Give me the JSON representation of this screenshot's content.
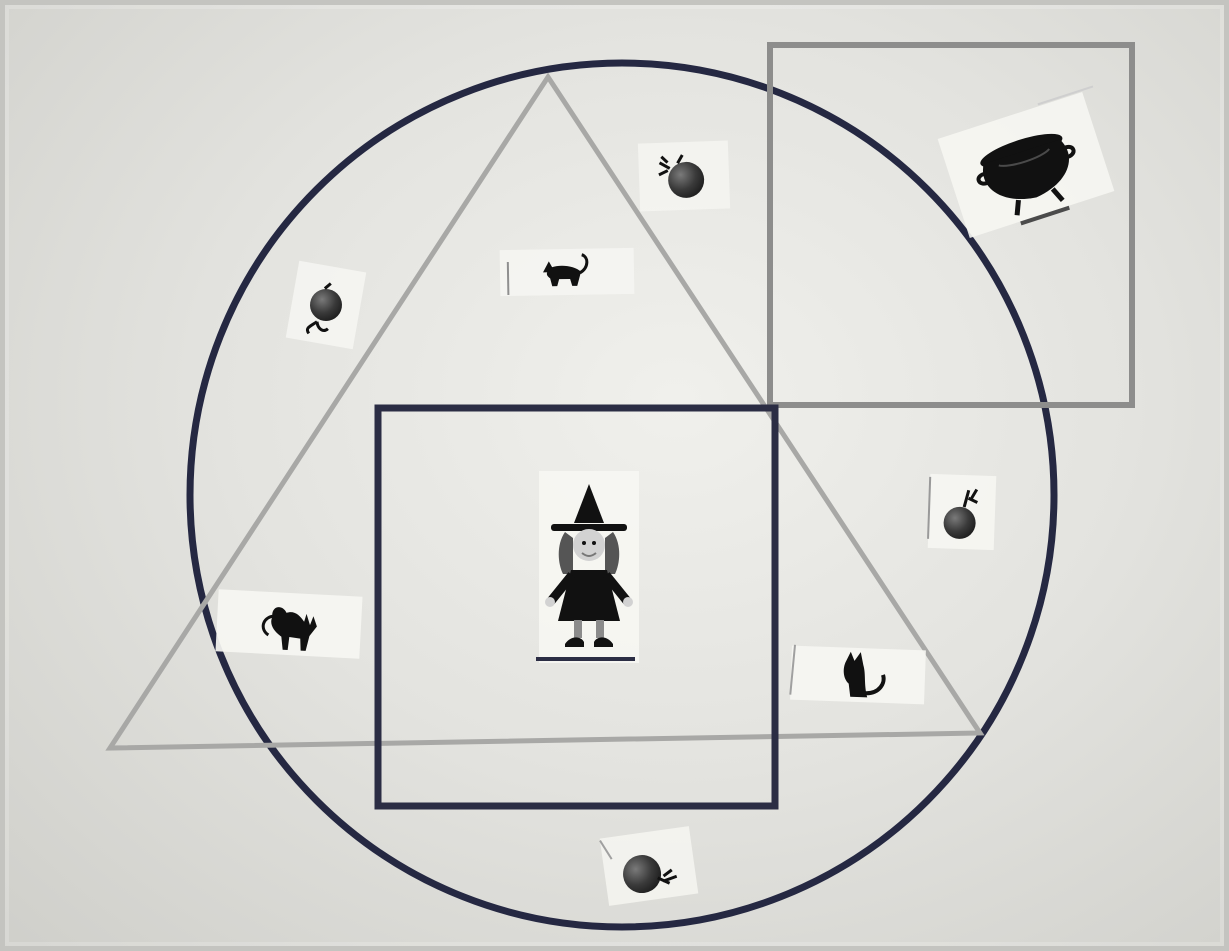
{
  "scene": {
    "kind": "photo of a Venn-style sorting sheet with cut-out Halloween picture cards",
    "shapes": [
      "large-circle",
      "triangle",
      "center-square",
      "top-right-square"
    ],
    "cards": [
      {
        "id": "pumpkin-top-left",
        "icon": "pumpkin"
      },
      {
        "id": "pumpkin-top",
        "icon": "pumpkin"
      },
      {
        "id": "cat-top",
        "icon": "cat"
      },
      {
        "id": "cauldron",
        "icon": "cauldron"
      },
      {
        "id": "witch",
        "icon": "witch"
      },
      {
        "id": "pumpkin-right",
        "icon": "pumpkin"
      },
      {
        "id": "cat-left",
        "icon": "cat"
      },
      {
        "id": "cat-lower-right",
        "icon": "cat"
      },
      {
        "id": "pumpkin-bottom",
        "icon": "pumpkin"
      }
    ],
    "colors": {
      "paper": "#e6e6e1",
      "circle": "#252842",
      "triangle": "#a9a9a7",
      "center-square": "#2b2d44",
      "top-right-square": "#8d8d8c",
      "card": "#f6f6f2",
      "icon": "#121212"
    }
  }
}
